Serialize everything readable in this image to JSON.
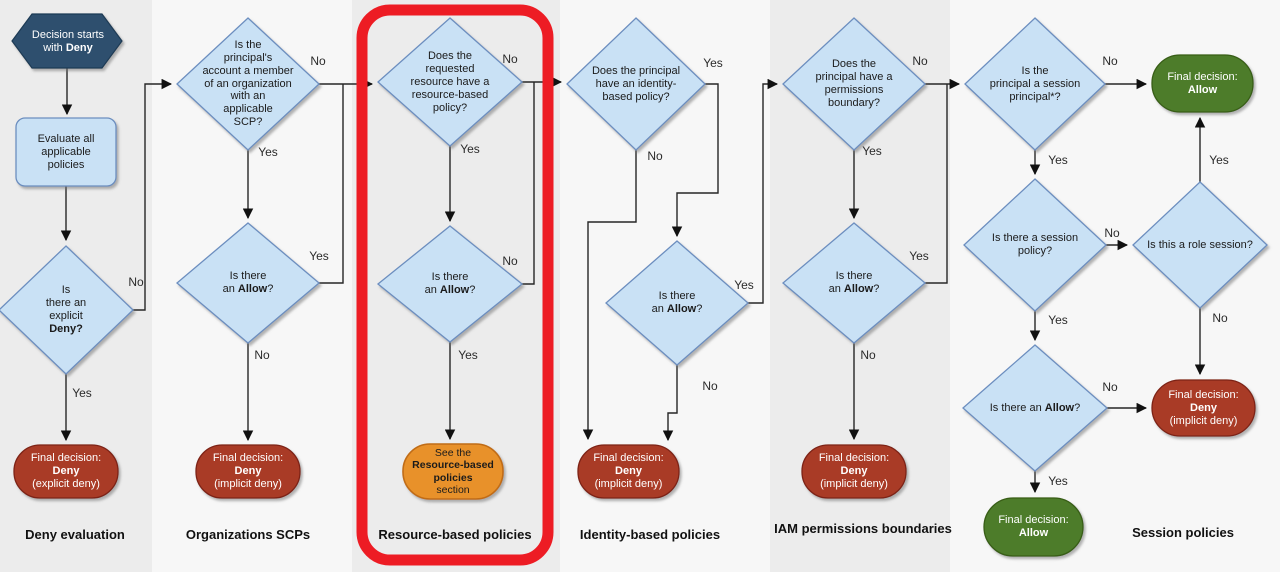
{
  "columns": {
    "deny_evaluation": {
      "label": "Deny evaluation",
      "start_node": {
        "line1": "Decision starts",
        "line2_pre": "with ",
        "line2_bold": "Deny"
      },
      "process_node": {
        "line1": "Evaluate all",
        "line2": "applicable",
        "line3": "policies"
      },
      "decision_explicit_deny": {
        "line1": "Is",
        "line2": "there an",
        "line3": "explicit",
        "line4_bold": "Deny?"
      },
      "d1_no": "No",
      "d1_yes": "Yes",
      "final_node": {
        "line1": "Final decision:",
        "line2_bold": "Deny",
        "line3": "(explicit deny)"
      }
    },
    "organizations_scps": {
      "label": "Organizations SCPs",
      "decision_scp": {
        "line1": "Is the",
        "line2": "principal's",
        "line3": "account a member",
        "line4": "of an organization",
        "line5": "with an",
        "line6": "applicable",
        "line7": "SCP?"
      },
      "d1_no": "No",
      "d1_yes": "Yes",
      "decision_allow": {
        "line1": "Is there",
        "line2_pre": "an ",
        "line2_bold": "Allow",
        "line2_post": "?"
      },
      "d2_yes": "Yes",
      "d2_no": "No",
      "final_node": {
        "line1": "Final decision:",
        "line2_bold": "Deny",
        "line3": "(implicit deny)"
      }
    },
    "resource_based_policies": {
      "label": "Resource-based policies",
      "decision_resource_policy": {
        "line1": "Does the",
        "line2": "requested",
        "line3": "resource have a",
        "line4": "resource-based",
        "line5": "policy?"
      },
      "d1_no": "No",
      "d1_yes": "Yes",
      "decision_allow": {
        "line1": "Is there",
        "line2_pre": "an ",
        "line2_bold": "Allow",
        "line2_post": "?"
      },
      "d2_no": "No",
      "d2_yes": "Yes",
      "final_node": {
        "line1": "See the",
        "line2_bold": "Resource-based",
        "line3_bold": "policies",
        "line4": "section"
      }
    },
    "identity_based_policies": {
      "label": "Identity-based policies",
      "decision_identity_policy": {
        "line1": "Does the principal",
        "line2": "have an identity-",
        "line3": "based policy?"
      },
      "d1_yes": "Yes",
      "d1_no": "No",
      "decision_allow": {
        "line1": "Is there",
        "line2_pre": "an ",
        "line2_bold": "Allow",
        "line2_post": "?"
      },
      "d2_yes": "Yes",
      "d2_no": "No",
      "final_node": {
        "line1": "Final decision:",
        "line2_bold": "Deny",
        "line3": "(implicit deny)"
      }
    },
    "iam_permissions_boundaries": {
      "label_line1": "IAM permissions",
      "label_line2": "boundaries",
      "decision_boundary": {
        "line1": "Does the",
        "line2": "principal have a",
        "line3": "permissions",
        "line4": "boundary?"
      },
      "d1_no": "No",
      "d1_yes": "Yes",
      "decision_allow": {
        "line1": "Is there",
        "line2_pre": "an ",
        "line2_bold": "Allow",
        "line2_post": "?"
      },
      "d2_yes": "Yes",
      "d2_no": "No",
      "final_node": {
        "line1": "Final decision:",
        "line2_bold": "Deny",
        "line3": "(implicit deny)"
      }
    },
    "session_policies": {
      "label": "Session policies",
      "decision_session_principal": {
        "line1": "Is the",
        "line2": "principal a session",
        "line3": "principal*?"
      },
      "d1_no": "No",
      "d1_yes": "Yes",
      "decision_session_policy": {
        "line1": "Is there a session",
        "line2": "policy?"
      },
      "d2_no": "No",
      "d2_yes": "Yes",
      "decision_role_session": {
        "line1": "Is this a role session?"
      },
      "d3_yes": "Yes",
      "d3_no": "No",
      "decision_allow": {
        "line1_pre": "Is there an ",
        "line1_bold": "Allow",
        "line1_post": "?"
      },
      "d4_no": "No",
      "d4_yes": "Yes",
      "final_allow_top": {
        "line1": "Final decision:",
        "line2_bold": "Allow"
      },
      "final_deny": {
        "line1": "Final decision:",
        "line2_bold": "Deny",
        "line3": "(implicit deny)"
      },
      "final_allow_bottom": {
        "line1": "Final decision:",
        "line2_bold": "Allow"
      }
    }
  },
  "colors": {
    "start_hexagon_fill": "#2d4f6e",
    "decision_fill": "#c9e1f5",
    "decision_border": "#6c8ebf",
    "deny_fill": "#a93b28",
    "allow_fill": "#4d7c29",
    "reference_fill": "#e8912c",
    "highlight_border": "#ed1c24",
    "stripe_gray": "#ececec",
    "stripe_light": "#f7f7f7"
  }
}
